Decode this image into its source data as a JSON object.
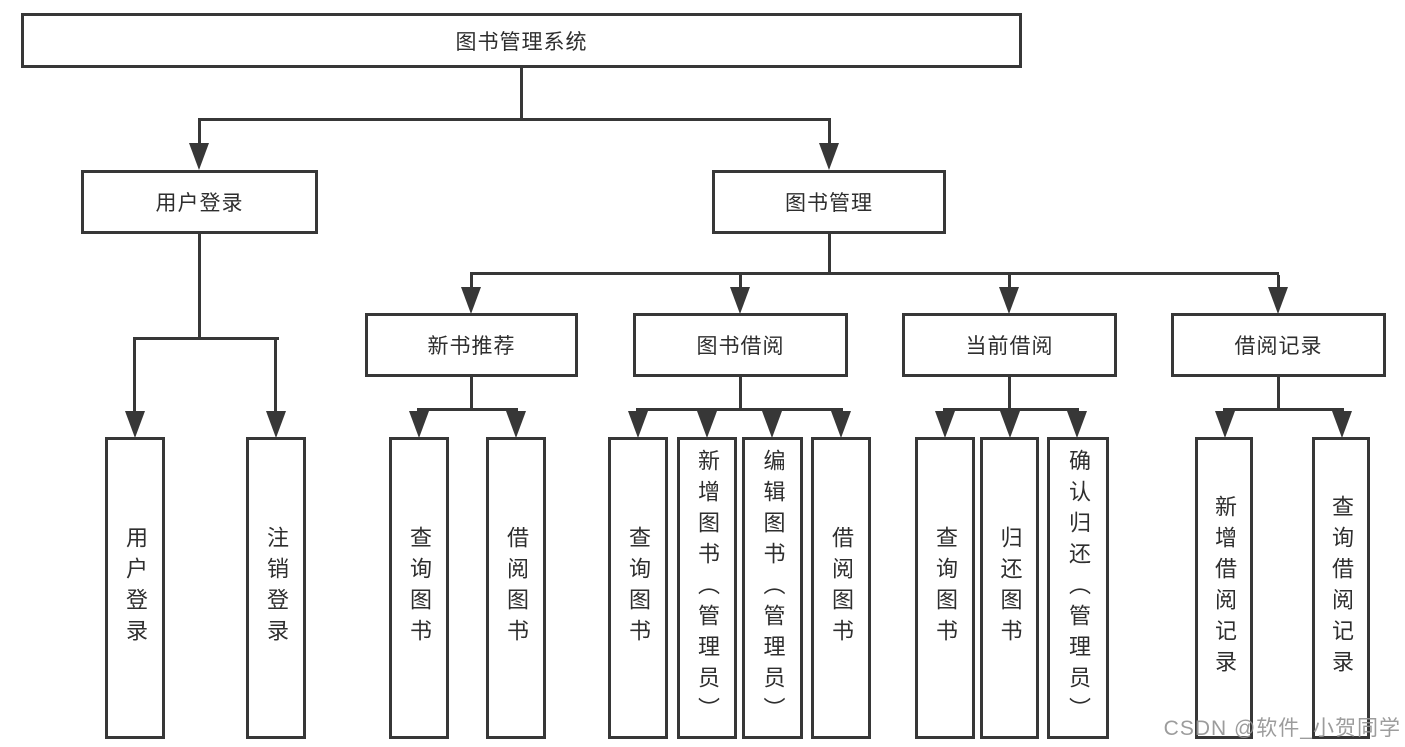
{
  "diagram": {
    "type": "hierarchy-tree",
    "orientation": "top-down"
  },
  "hierarchy": {
    "label": "图书管理系统",
    "children": [
      {
        "label": "用户登录",
        "children": [
          {
            "label": "用户登录"
          },
          {
            "label": "注销登录"
          }
        ]
      },
      {
        "label": "图书管理",
        "children": [
          {
            "label": "新书推荐",
            "children": [
              {
                "label": "查询图书"
              },
              {
                "label": "借阅图书"
              }
            ]
          },
          {
            "label": "图书借阅",
            "children": [
              {
                "label": "查询图书"
              },
              {
                "label": "新增图书（管理员）"
              },
              {
                "label": "编辑图书（管理员）"
              },
              {
                "label": "借阅图书"
              }
            ]
          },
          {
            "label": "当前借阅",
            "children": [
              {
                "label": "查询图书"
              },
              {
                "label": "归还图书"
              },
              {
                "label": "确认归还（管理员）"
              }
            ]
          },
          {
            "label": "借阅记录",
            "children": [
              {
                "label": "新增借阅记录"
              },
              {
                "label": "查询借阅记录"
              }
            ]
          }
        ]
      }
    ]
  },
  "watermark": "CSDN @软件_小贺同学",
  "colors": {
    "line": "#373737",
    "text": "#2e2e2e",
    "watermark": "#949494",
    "background": "#ffffff"
  }
}
